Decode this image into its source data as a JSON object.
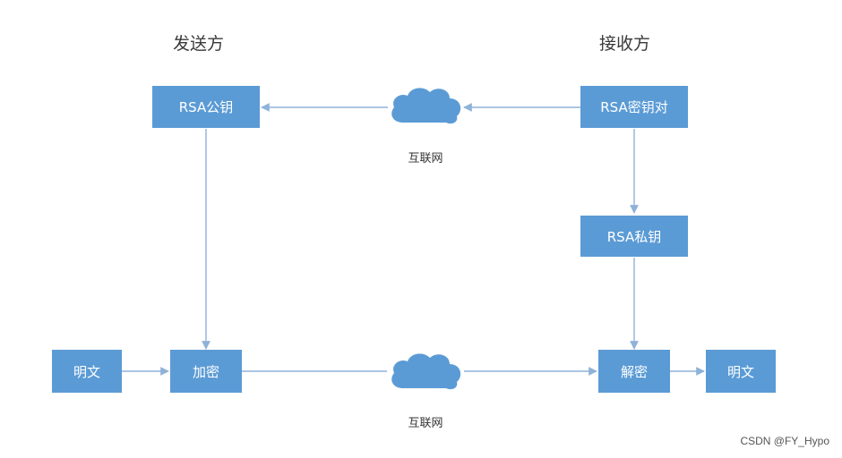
{
  "headings": {
    "sender": "发送方",
    "receiver": "接收方"
  },
  "nodes": {
    "rsa_public_key": "RSA公钥",
    "rsa_key_pair": "RSA密钥对",
    "rsa_private_key": "RSA私钥",
    "plaintext_sender": "明文",
    "encrypt": "加密",
    "decrypt": "解密",
    "plaintext_receiver": "明文"
  },
  "clouds": {
    "top": "互联网",
    "bottom": "互联网"
  },
  "watermark": "CSDN @FY_Hypo",
  "colors": {
    "box": "#5b9bd5",
    "arrow": "#8fb2d8",
    "cloud": "#5b9bd5"
  }
}
